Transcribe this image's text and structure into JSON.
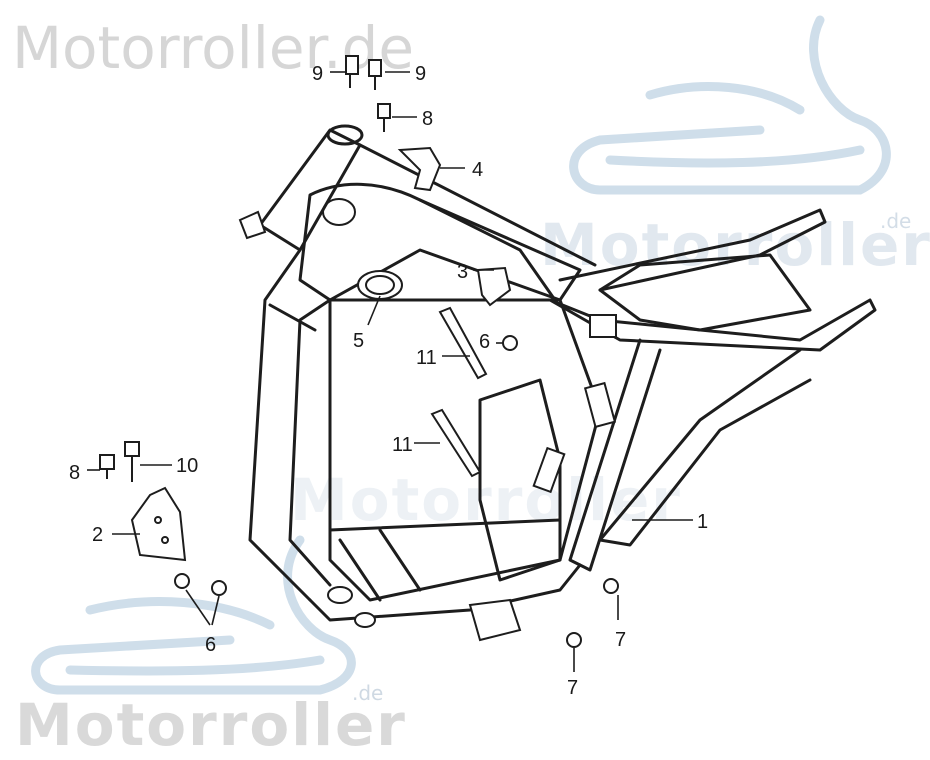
{
  "watermark": {
    "text_top": "Motorroller.de",
    "text_mid_brand": "Motorroller",
    "text_mid_suffix": ".de",
    "text_bottom_brand": "Motorroller",
    "text_bottom_suffix": ".de",
    "color": "#c9d8e6"
  },
  "callouts": [
    {
      "id": "c1",
      "label": "1"
    },
    {
      "id": "c2",
      "label": "2"
    },
    {
      "id": "c3",
      "label": "3"
    },
    {
      "id": "c4",
      "label": "4"
    },
    {
      "id": "c5",
      "label": "5"
    },
    {
      "id": "c6a",
      "label": "6"
    },
    {
      "id": "c6b",
      "label": "6"
    },
    {
      "id": "c7a",
      "label": "7"
    },
    {
      "id": "c7b",
      "label": "7"
    },
    {
      "id": "c8a",
      "label": "8"
    },
    {
      "id": "c8b",
      "label": "8"
    },
    {
      "id": "c9a",
      "label": "9"
    },
    {
      "id": "c9b",
      "label": "9"
    },
    {
      "id": "c10",
      "label": "10"
    },
    {
      "id": "c11a",
      "label": "11"
    },
    {
      "id": "c11b",
      "label": "11"
    }
  ]
}
